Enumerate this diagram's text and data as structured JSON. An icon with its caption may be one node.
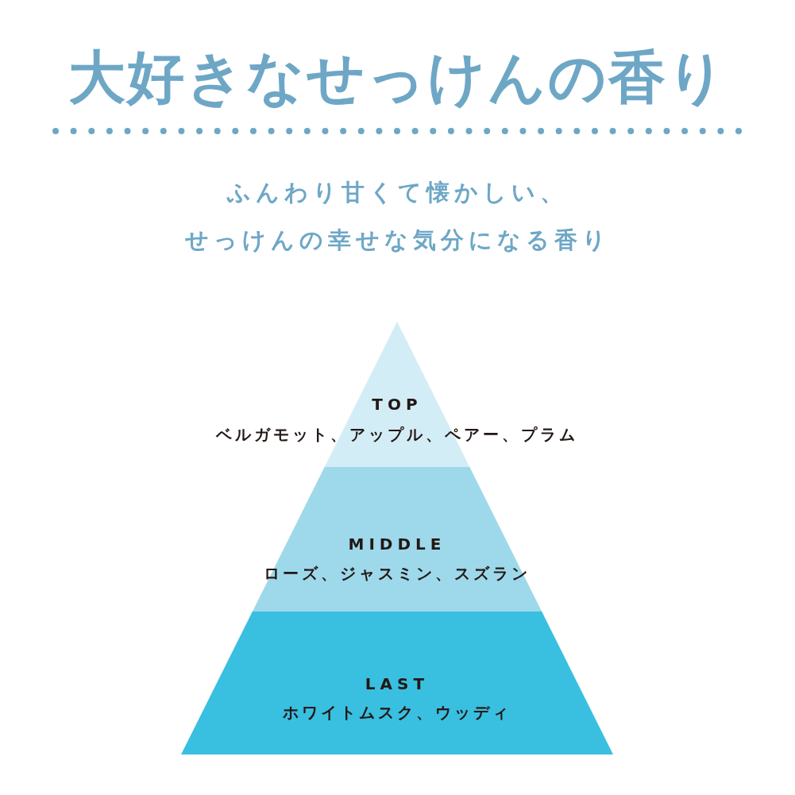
{
  "diagram": {
    "title": "大好きなせっけんの香り",
    "nodes": [
      {
        "text": [
          "TOP",
          "ベルガモット、アップル、ペアー、プラム"
        ]
      },
      {
        "text": [
          "MIDDLE",
          "ローズ、ジャスミン、スズラン"
        ]
      },
      {
        "text": [
          "LAST",
          "ホワイトムスク、ウッディ"
        ]
      }
    ],
    "labels": [
      "ふんわり甘くて懐かしい、せっけんの幸せな気分になる香り"
    ]
  }
}
